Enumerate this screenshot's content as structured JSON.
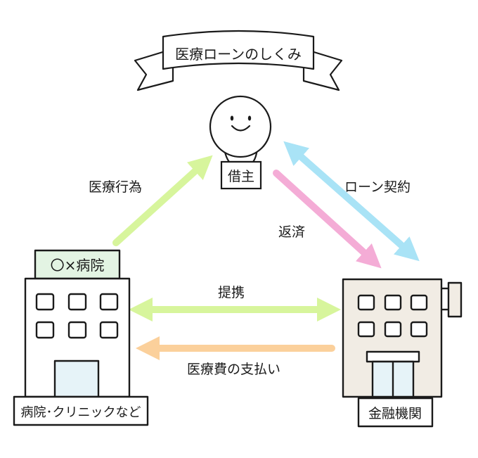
{
  "title": "医療ローンのしくみ",
  "nodes": {
    "borrower": {
      "label": "借主"
    },
    "hospital": {
      "sign": "〇×病院",
      "label": "病院･クリニックなど"
    },
    "bank": {
      "label": "金融機関"
    }
  },
  "edges": {
    "medical_care": {
      "label": "医療行為",
      "color": "#d7f59c"
    },
    "loan_contract": {
      "label": "ローン契約",
      "color": "#a9e3f6"
    },
    "repayment": {
      "label": "返済",
      "color": "#f4acd6"
    },
    "partnership": {
      "label": "提携",
      "color": "#d7f59c"
    },
    "payment": {
      "label": "医療費の支払い",
      "color": "#fbd09b"
    }
  },
  "colors": {
    "bank_fill": "#f1ece4",
    "door_fill": "#e6f3f8",
    "sign_fill": "#e3f4e3"
  }
}
